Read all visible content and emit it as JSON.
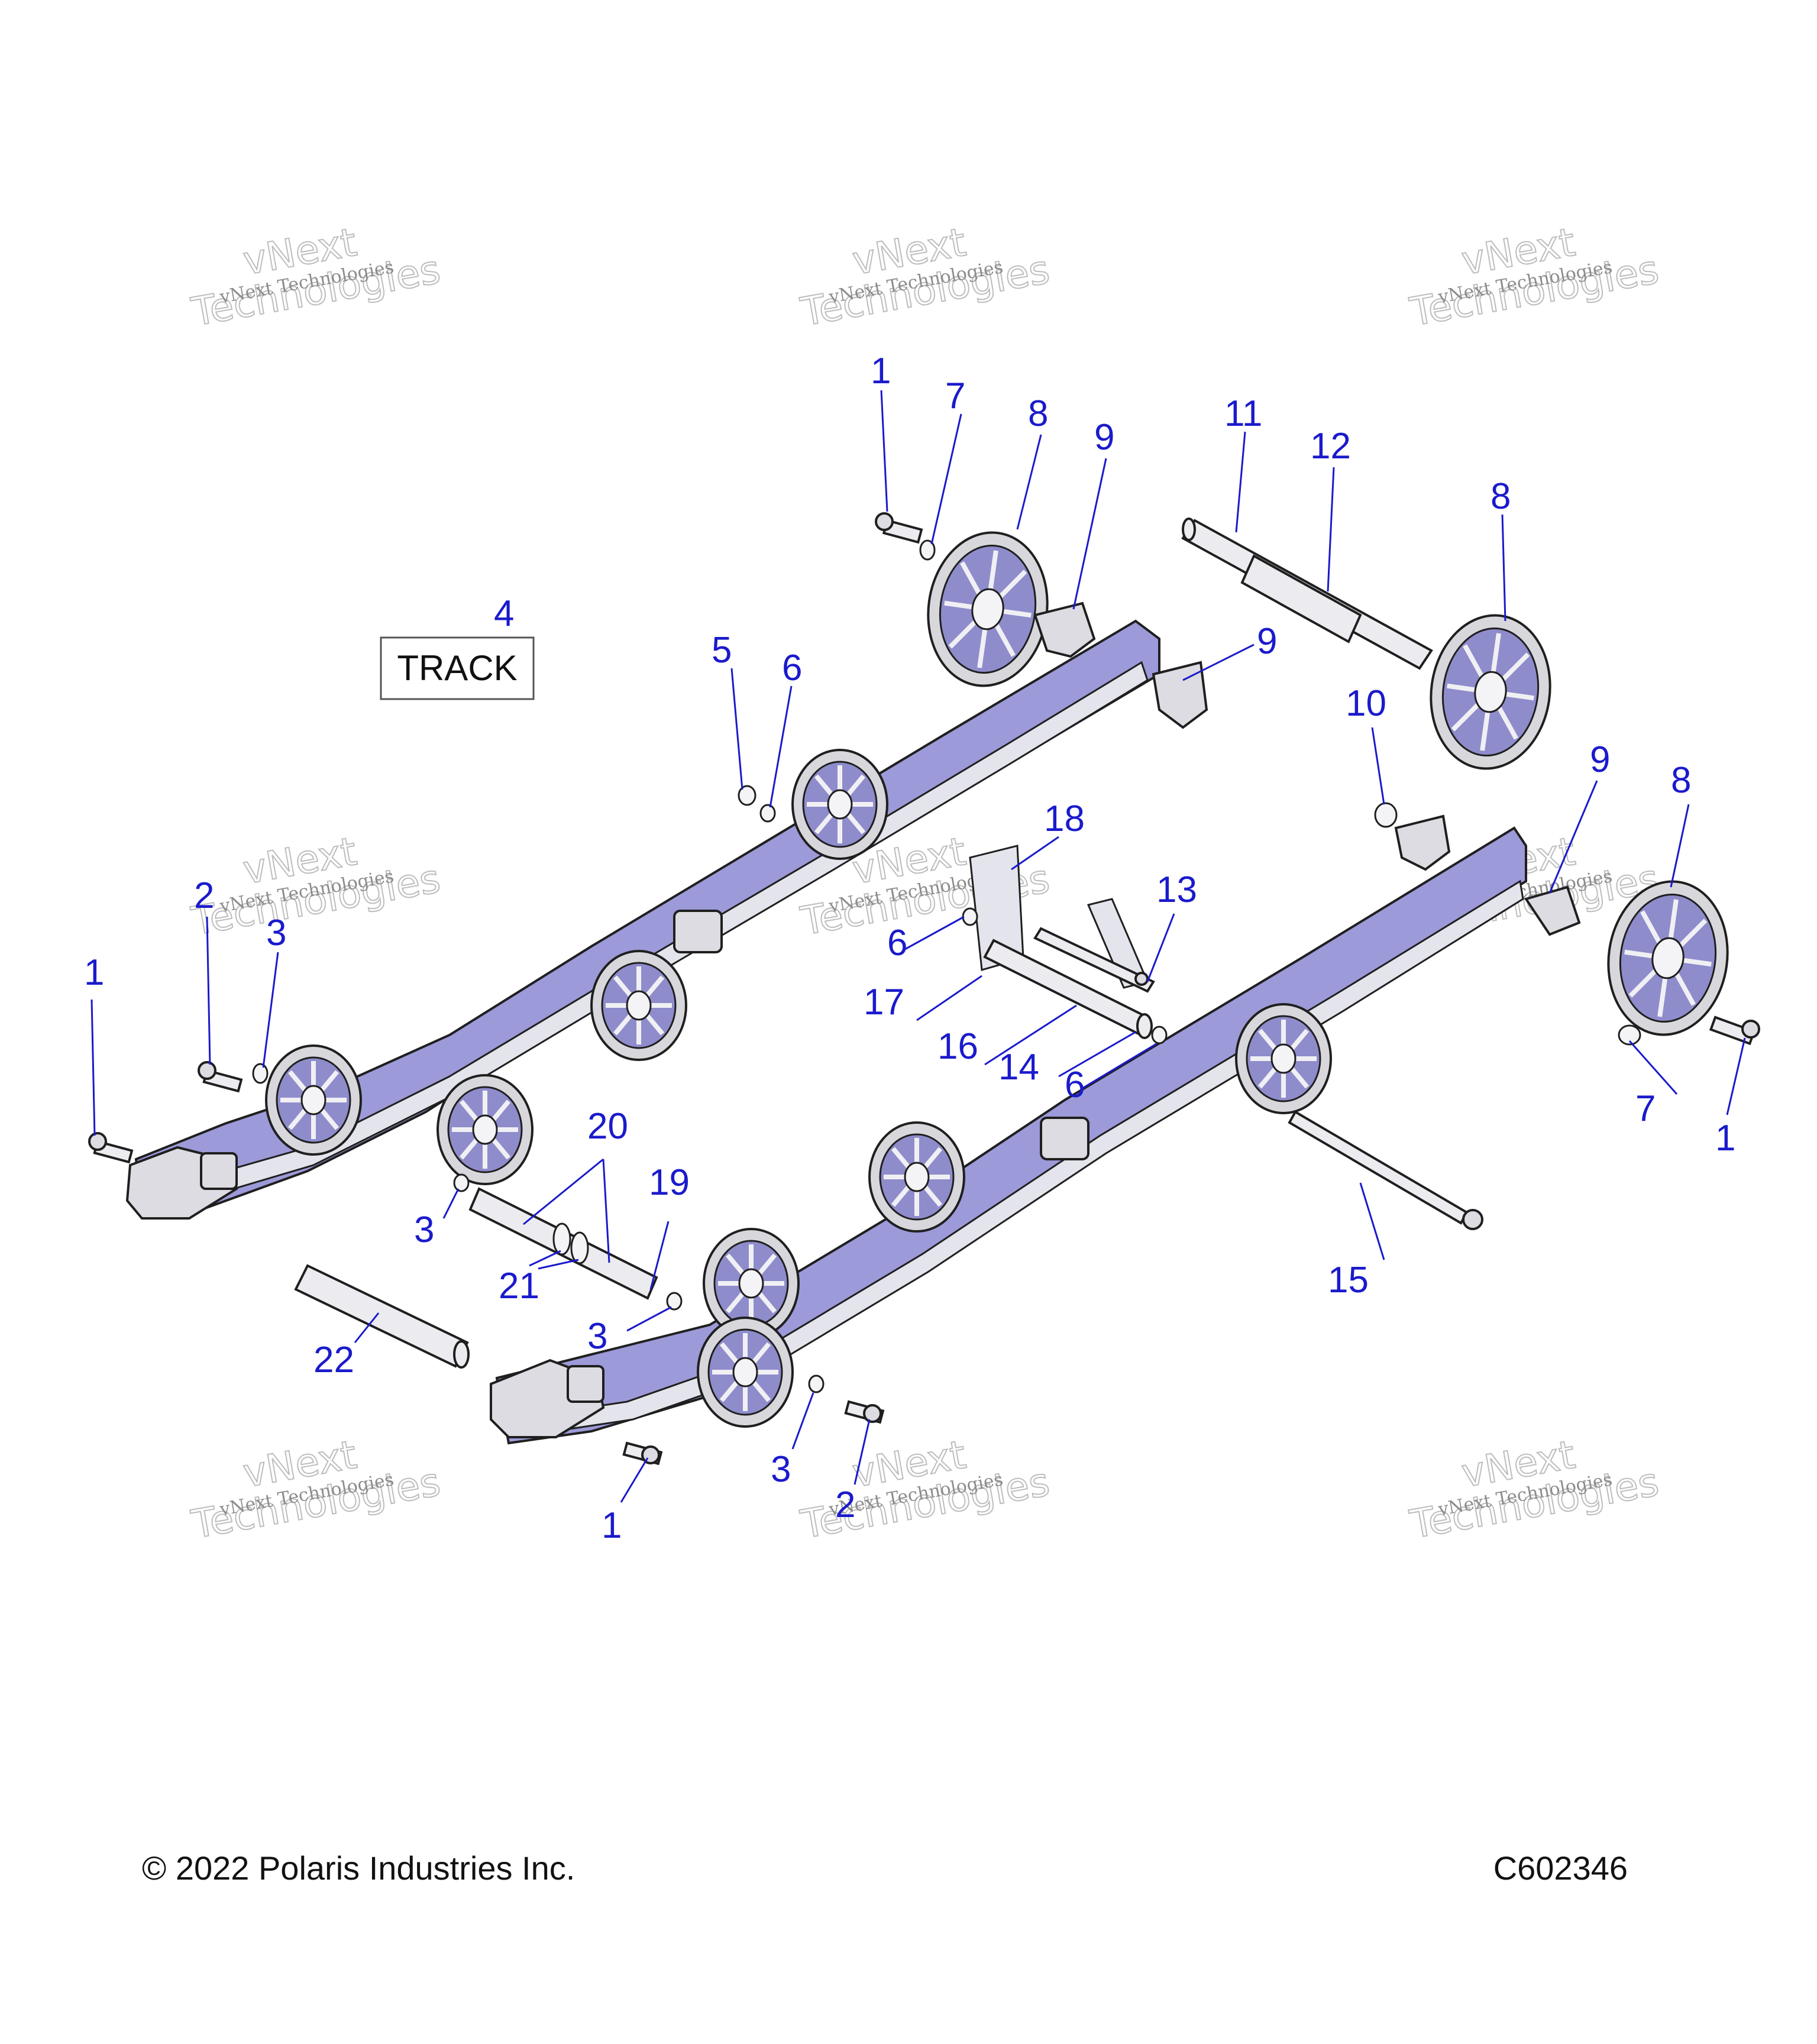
{
  "track_box": {
    "label": "TRACK"
  },
  "watermark": {
    "line1": "vNext",
    "line2": "Technologies",
    "small": "vNext Technologies"
  },
  "footer": {
    "copyright": "© 2022 Polaris Industries Inc.",
    "code": "C602346"
  },
  "colors": {
    "callout": "#1a1acc",
    "rail_fill": "#9c9ad8",
    "outline": "#1f1f1f"
  },
  "callouts": {
    "c1_top": "1",
    "c7_top": "7",
    "c8_top": "8",
    "c9_top": "9",
    "c11": "11",
    "c12": "12",
    "c8_mid": "8",
    "c4": "4",
    "c9_mid": "9",
    "c5": "5",
    "c6_top": "6",
    "c10": "10",
    "c9_right": "9",
    "c8_right": "8",
    "c18": "18",
    "c13": "13",
    "c2_left": "2",
    "c3_left": "3",
    "c6_mid": "6",
    "c1_left": "1",
    "c17": "17",
    "c16": "16",
    "c14": "14",
    "c6_low": "6",
    "c7_right": "7",
    "c1_right": "1",
    "c20": "20",
    "c19": "19",
    "c3_mid": "3",
    "c21": "21",
    "c3_low": "3",
    "c15": "15",
    "c22": "22",
    "c3_bottom": "3",
    "c2_bottom": "2",
    "c1_bottom": "1"
  }
}
